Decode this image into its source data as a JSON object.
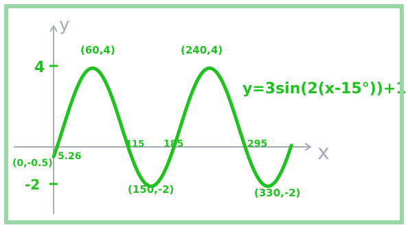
{
  "axes": {
    "x_label": "x",
    "y_label": "y"
  },
  "y_ticks": [
    {
      "label": "4"
    },
    {
      "label": "-2"
    }
  ],
  "equation": "y=3sin(2(x-15°))+1",
  "points": [
    {
      "label": "(60,4)"
    },
    {
      "label": "(240,4)"
    },
    {
      "label": "(150,-2)"
    },
    {
      "label": "(330,-2)"
    },
    {
      "label": "(0,-0.5)"
    }
  ],
  "x_intercepts": [
    {
      "label": "5.26"
    },
    {
      "label": "115"
    },
    {
      "label": "185"
    },
    {
      "label": "295"
    }
  ],
  "colors": {
    "green": "#1FC21F",
    "axis": "#A6ABBA",
    "border": "#9AD6A5",
    "background": "#FFFFFF"
  }
}
